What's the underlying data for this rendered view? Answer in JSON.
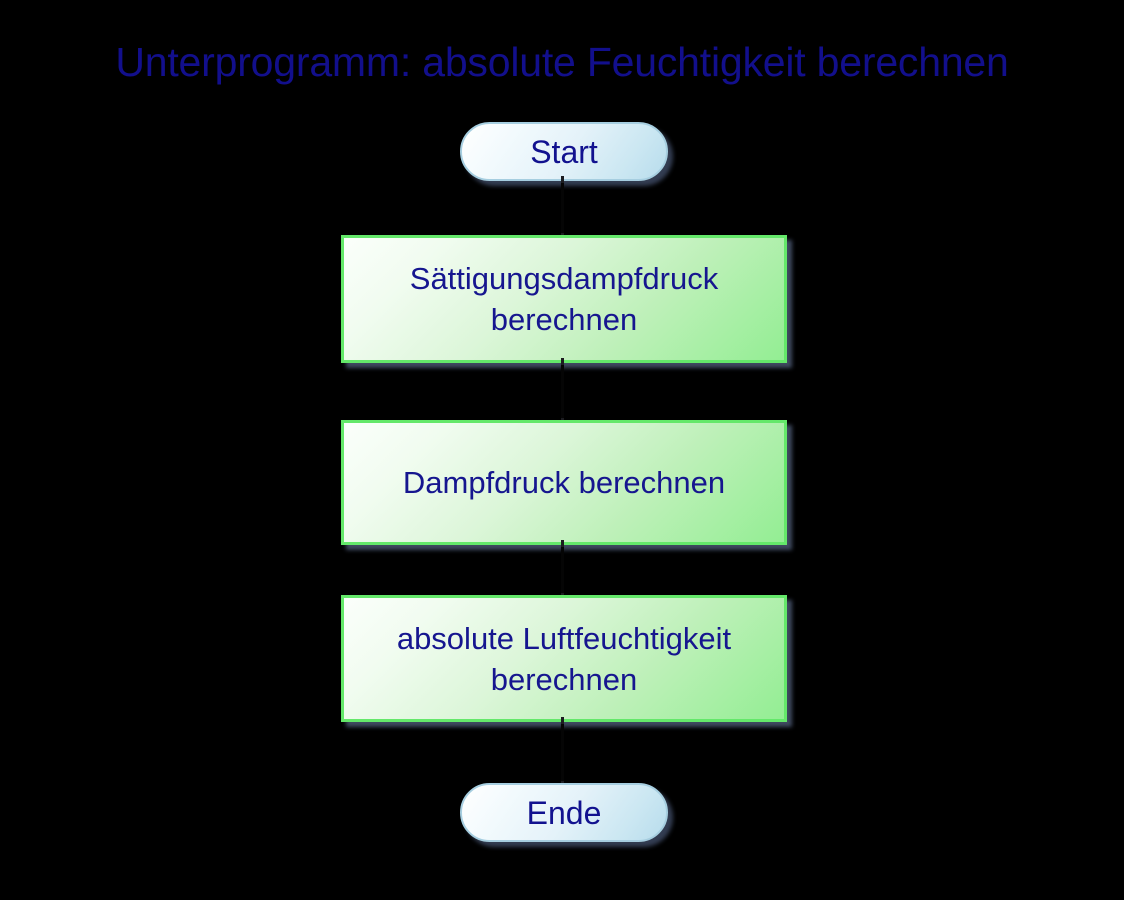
{
  "diagram": {
    "title": "Unterprogramm: absolute Feuchtigkeit berechnen",
    "background_color": "#000000",
    "title_color": "#120f8c",
    "node_text_color": "#16168f",
    "process_border_color": "#64e86a",
    "process_fill_from": "#fbfffb",
    "process_fill_to": "#93ee93",
    "terminator_border_color": "#a6cee0",
    "terminator_fill_from": "#ffffff",
    "terminator_fill_to": "#b7dcec",
    "shadow_color": "#465266",
    "connector_color": "#1c1c20",
    "nodes": {
      "start": {
        "label": "Start",
        "shape": "terminator"
      },
      "step1": {
        "label": "Sättigungsdampfdruck berechnen",
        "shape": "process"
      },
      "step2": {
        "label": "Dampfdruck berechnen",
        "shape": "process"
      },
      "step3": {
        "label": "absolute Luftfeuchtigkeit berechnen",
        "shape": "process"
      },
      "end": {
        "label": "Ende",
        "shape": "terminator"
      }
    }
  }
}
